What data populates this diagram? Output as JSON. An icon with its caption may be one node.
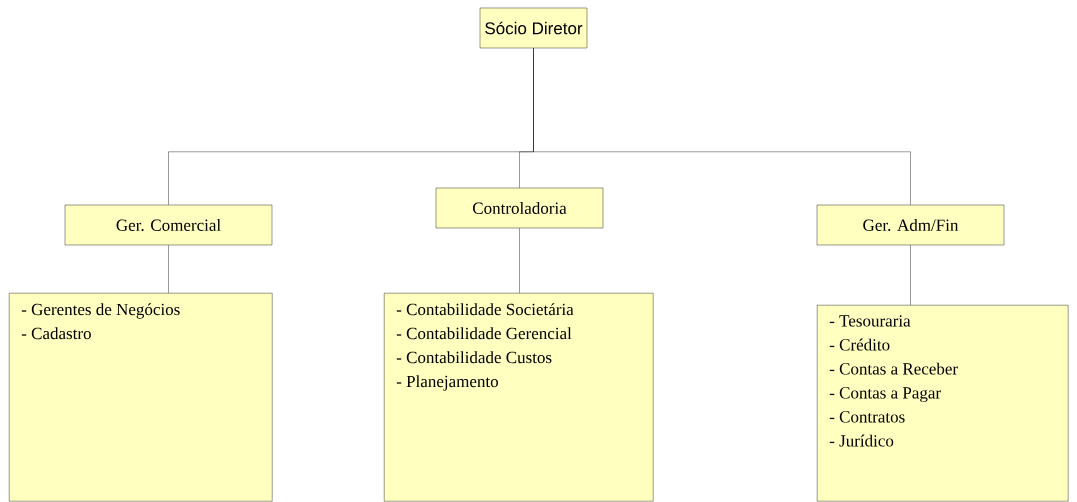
{
  "diagram": {
    "nodes": [
      {
        "text": [
          "Sócio Diretor"
        ]
      },
      {
        "text": [
          "Ger. Comercial"
        ]
      },
      {
        "text": [
          "Controladoria"
        ]
      },
      {
        "text": [
          "Ger. Adm/Fin"
        ]
      },
      {
        "text": [
          "- Gerentes de Negócios",
          "- Cadastro"
        ]
      },
      {
        "text": [
          "- Contabilidade Societária",
          "- Contabilidade Gerencial",
          "- Contabilidade Custos",
          "- Planejamento"
        ]
      },
      {
        "text": [
          "- Tesouraria",
          "- Crédito",
          "- Contas a Receber",
          "- Contas a Pagar",
          "- Contratos",
          "- Jurídico"
        ]
      }
    ],
    "edges": [
      {
        "from": 0,
        "to": 1,
        "arrow": "none"
      },
      {
        "from": 0,
        "to": 2,
        "arrow": "none"
      },
      {
        "from": 0,
        "to": 3,
        "arrow": "none"
      },
      {
        "from": 1,
        "to": 4,
        "arrow": "none"
      },
      {
        "from": 2,
        "to": 5,
        "arrow": "none"
      },
      {
        "from": 3,
        "to": 6,
        "arrow": "none"
      }
    ]
  }
}
